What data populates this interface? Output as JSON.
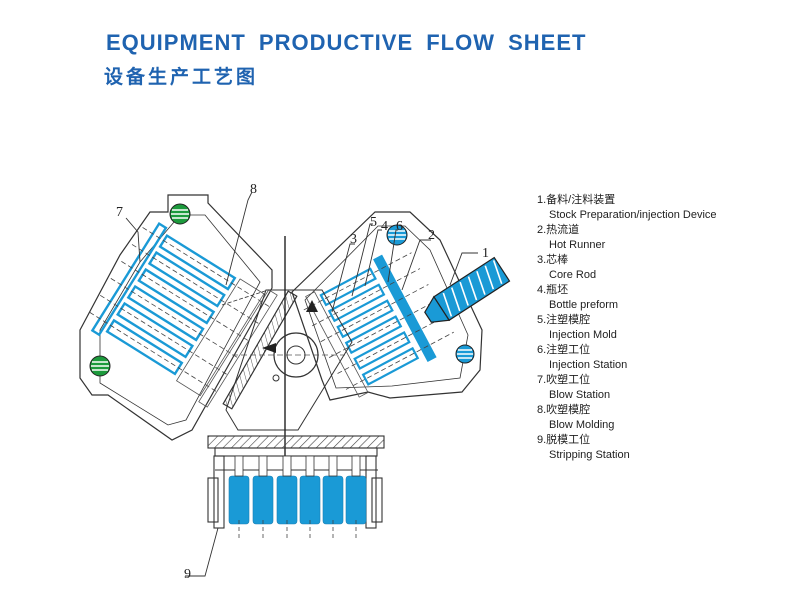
{
  "title": {
    "en": "EQUIPMENT  PRODUCTIVE  FLOW  SHEET",
    "cn": "设备生产工艺图"
  },
  "legend": [
    {
      "cn": "1.备料/注料装置",
      "en": "Stock  Preparation/injection  Device"
    },
    {
      "cn": "2.热流道",
      "en": "Hot  Runner"
    },
    {
      "cn": "3.芯棒",
      "en": "Core  Rod"
    },
    {
      "cn": "4.瓶坯",
      "en": "Bottle  preform"
    },
    {
      "cn": "5.注塑模腔",
      "en": "Injection  Mold"
    },
    {
      "cn": "6.注塑工位",
      "en": "Injection  Station"
    },
    {
      "cn": "7.吹塑工位",
      "en": "Blow  Station"
    },
    {
      "cn": "8.吹塑模腔",
      "en": "Blow  Molding"
    },
    {
      "cn": "9.脱模工位",
      "en": "Stripping  Station"
    }
  ],
  "callouts": [
    "1",
    "2",
    "3",
    "4",
    "5",
    "6",
    "7",
    "8",
    "9"
  ],
  "colors": {
    "title": "#1f63b0",
    "accent_blue": "#1a9ad6",
    "green_marker": "#1c9a3c",
    "line": "#333333"
  }
}
